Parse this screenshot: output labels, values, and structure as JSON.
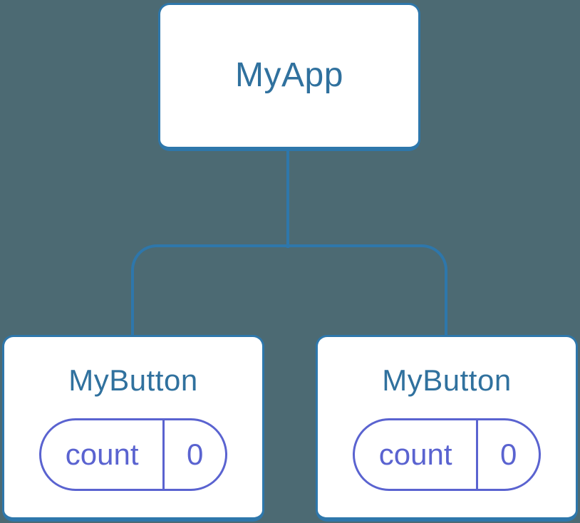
{
  "diagram": {
    "root": {
      "label": "MyApp"
    },
    "children": [
      {
        "label": "MyButton",
        "state": {
          "key": "count",
          "value": "0"
        }
      },
      {
        "label": "MyButton",
        "state": {
          "key": "count",
          "value": "0"
        }
      }
    ],
    "colors": {
      "background": "#4C6A73",
      "node_fill": "#FFFFFF",
      "node_border": "#2E77AB",
      "node_text": "#30719E",
      "state": "#5A63D0"
    }
  }
}
